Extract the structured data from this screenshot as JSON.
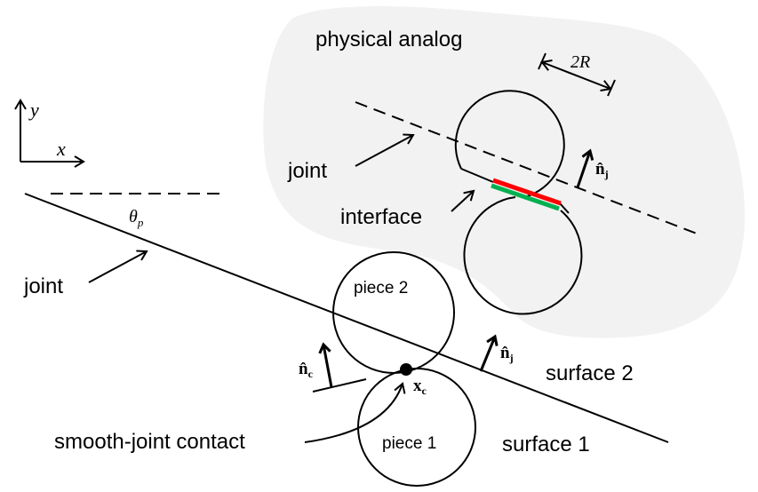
{
  "colors": {
    "background": "#ffffff",
    "physical_analog_region": "#f2f2f2",
    "interface_top": "#ff0000",
    "interface_bottom": "#00b050",
    "lines": "#000000"
  },
  "axes": {
    "x_label": "x",
    "y_label": "y"
  },
  "angle": {
    "symbol": "θ",
    "subscript": "p"
  },
  "left_diagram": {
    "joint_label": "joint",
    "piece2_label": "piece 2",
    "piece1_label": "piece 1",
    "surface2_label": "surface 2",
    "surface1_label": "surface 1",
    "contact_label": "smooth-joint contact",
    "contact_point": {
      "symbol": "x",
      "subscript": "c"
    },
    "contact_normal": {
      "symbol": "n̂",
      "subscript": "c"
    },
    "joint_normal": {
      "symbol": "n̂",
      "subscript": "j"
    }
  },
  "physical_analog": {
    "title": "physical analog",
    "joint_label": "joint",
    "interface_label": "interface",
    "diameter_label": {
      "prefix": "2",
      "symbol": "R"
    },
    "joint_normal": {
      "symbol": "n̂",
      "subscript": "j"
    }
  }
}
